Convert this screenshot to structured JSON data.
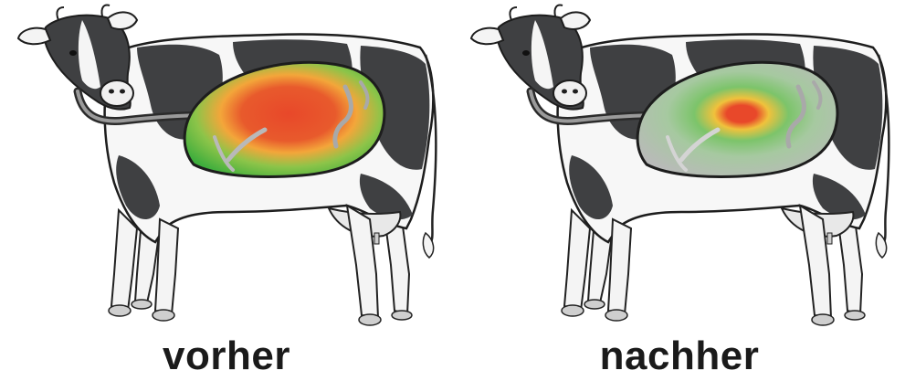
{
  "panels": [
    {
      "label": "vorher",
      "heat_level": 1.0,
      "colors": {
        "core": "#e8482a",
        "mid": "#f3a63a",
        "outer": "#52b848",
        "rumen_base": "#4fb443"
      }
    },
    {
      "label": "nachher",
      "heat_level": 0.35,
      "colors": {
        "core": "#e8482a",
        "mid": "#f0c23c",
        "outer": "#7cc46a",
        "rumen_base": "#b9bab9"
      }
    }
  ]
}
